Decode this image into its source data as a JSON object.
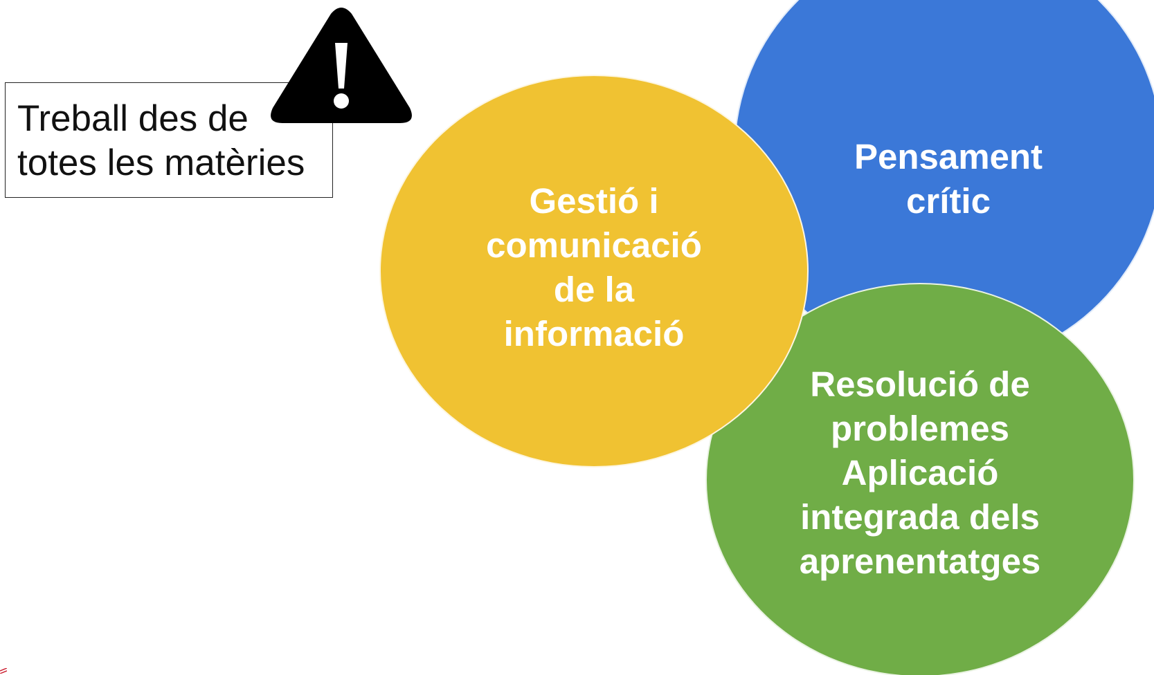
{
  "note": {
    "text": "Treball des de\ntotes les matèries"
  },
  "warning": {
    "icon": "warning-triangle-icon",
    "color": "#000000"
  },
  "bubbles": {
    "blue": {
      "label": "Pensament\ncrític",
      "color": "#3B78D8"
    },
    "green": {
      "label": "Resolució de\nproblemes\nAplicació\nintegrada dels\naprenentatges",
      "color": "#70AD47"
    },
    "yellow": {
      "label": "Gestió i\ncomunicació\nde la\ninformació",
      "color": "#F0C232"
    }
  }
}
